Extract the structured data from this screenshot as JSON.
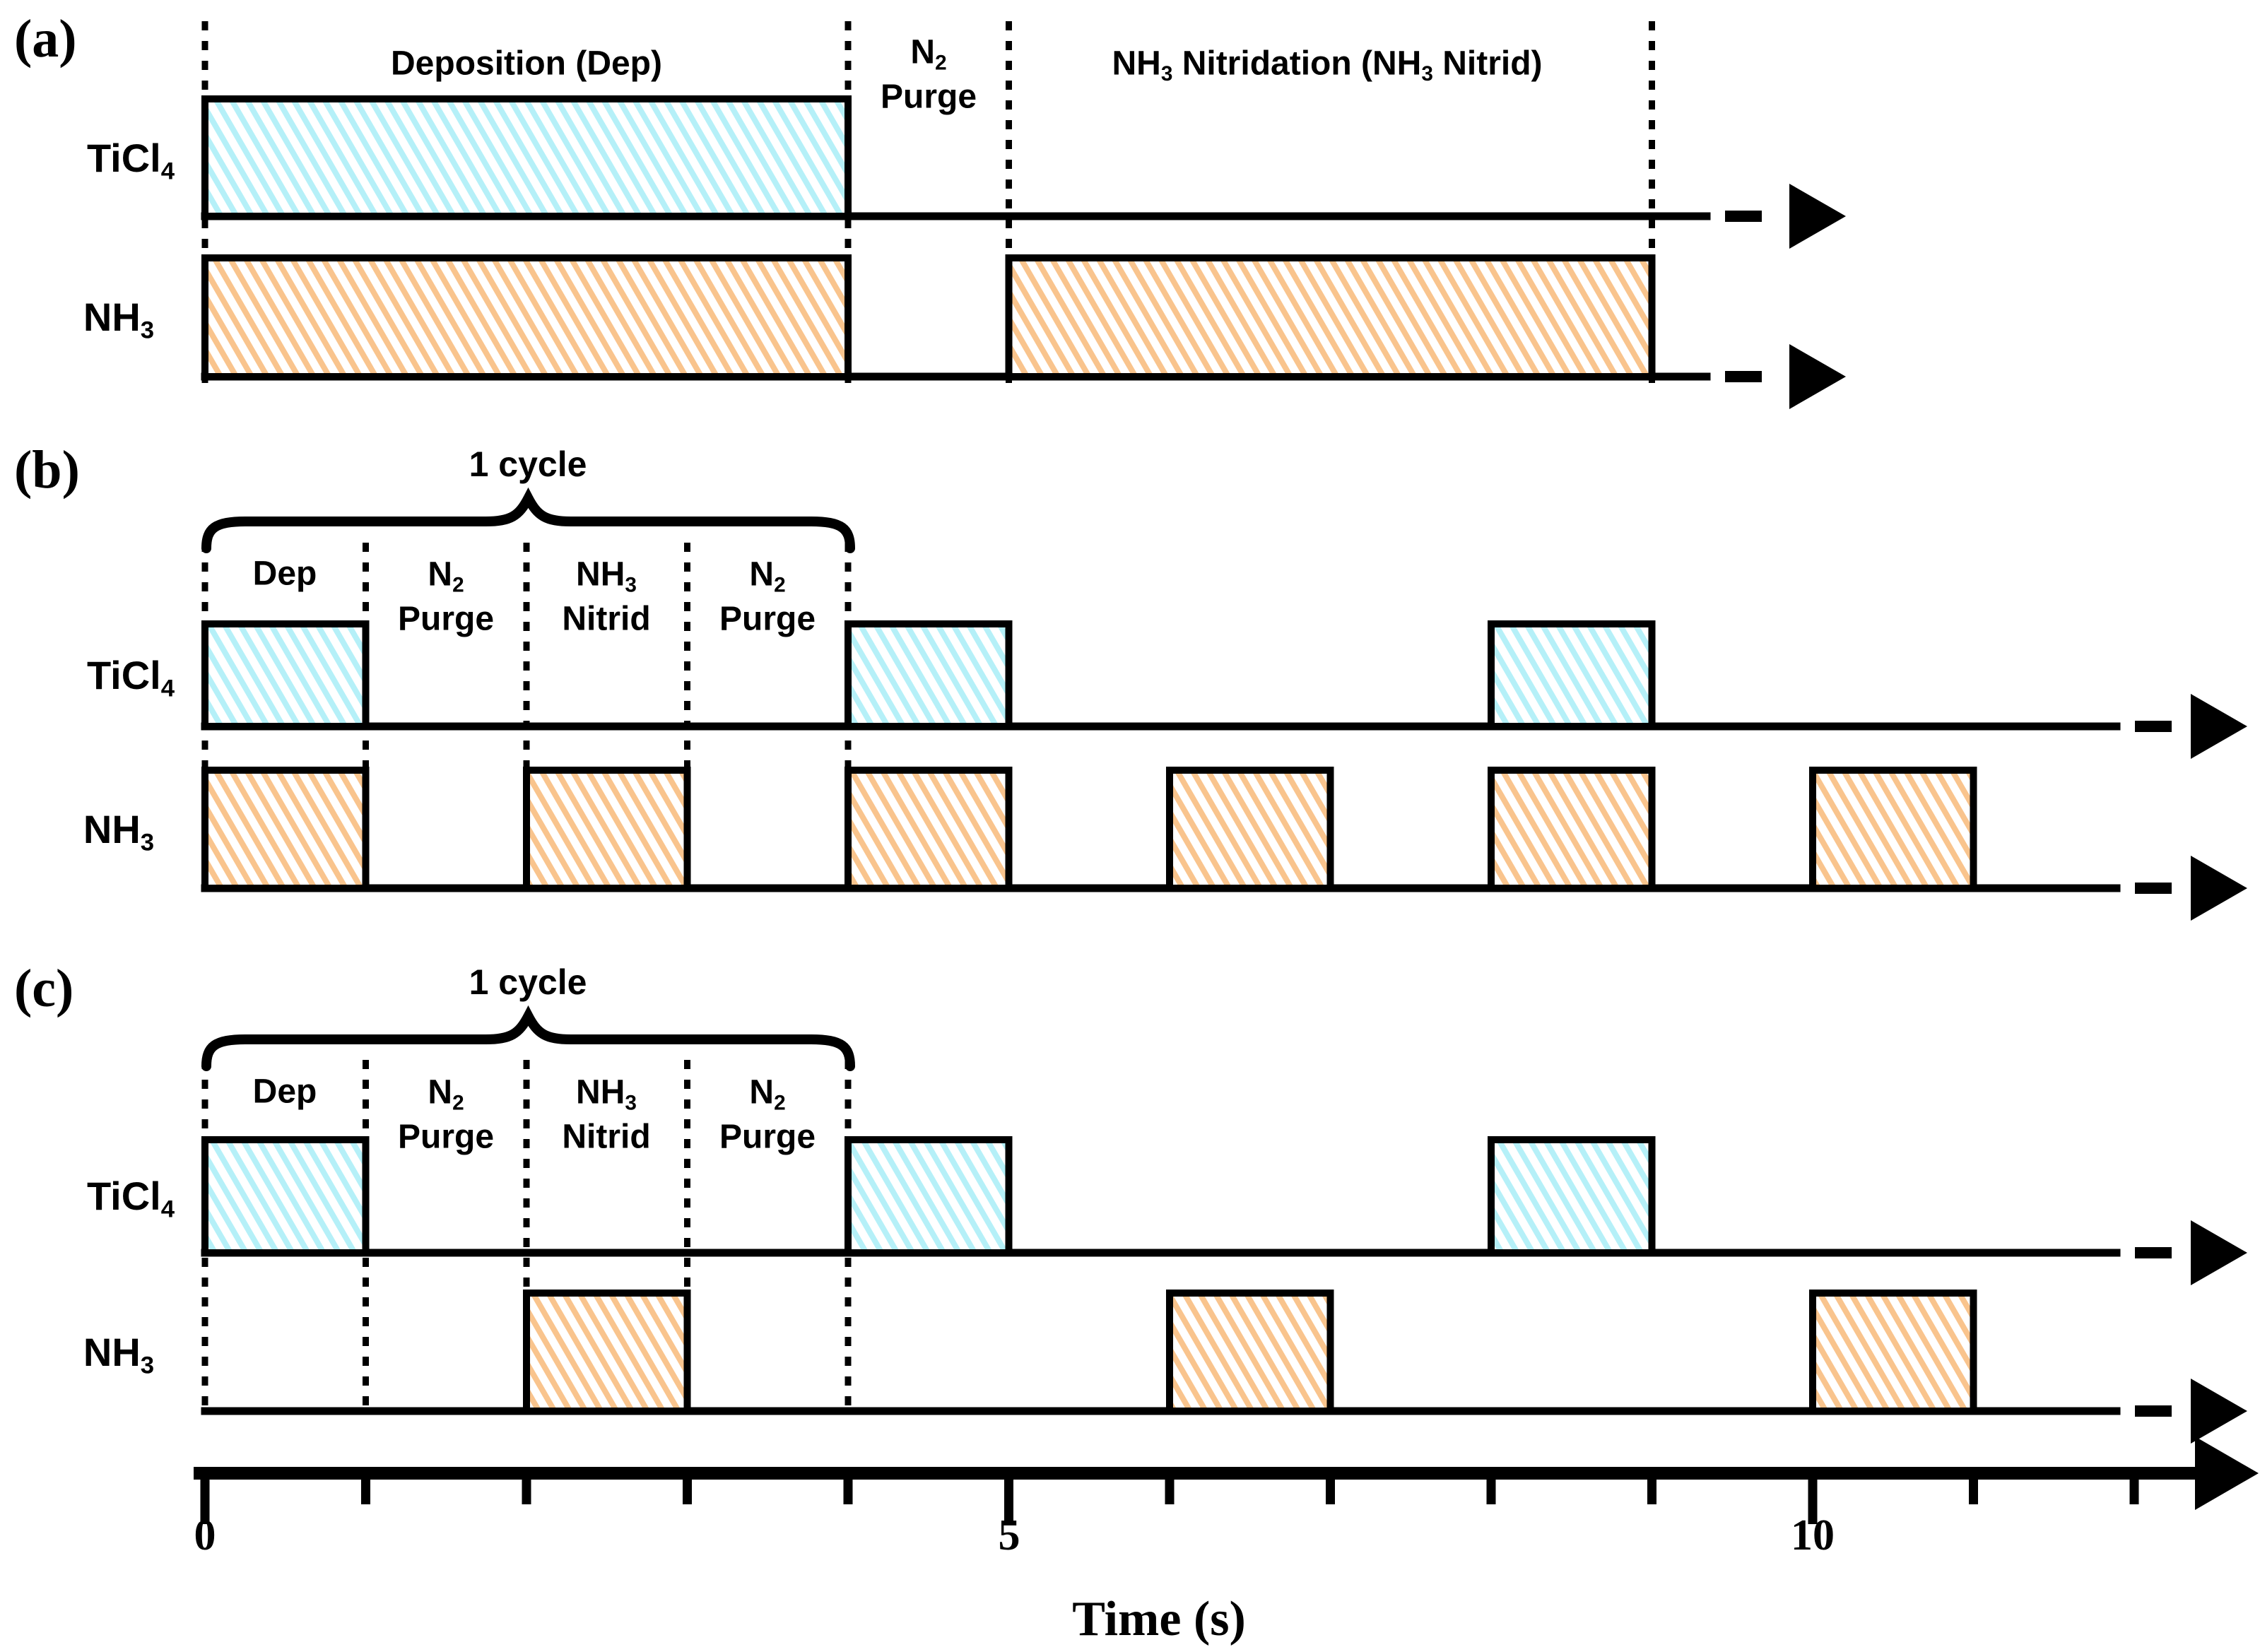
{
  "figure": {
    "background": "#ffffff",
    "panel_letters": [
      "(a)",
      "(b)",
      "(c)"
    ]
  },
  "chart_data": {
    "type": "line",
    "subtype": "digital-timing-diagram",
    "title": "",
    "xlabel": "Time (s)",
    "ylabel": "",
    "xlim": [
      0,
      12.8
    ],
    "x_unit": "s",
    "x_ticks": [
      0,
      1,
      2,
      3,
      4,
      5,
      6,
      7,
      8,
      9,
      10,
      11,
      12
    ],
    "x_major_ticks": [
      0,
      5,
      10
    ],
    "x_tick_labels": [
      "0",
      "5",
      "10"
    ],
    "grid": false,
    "colors": {
      "ticl4_hatch": "#b5f0f8",
      "nh3_hatch": "#f9c48d",
      "line": "#000000"
    },
    "panels": [
      {
        "id": "a",
        "letter": "(a)",
        "phases": [
          {
            "label": "Deposition (Dep)",
            "start": 0,
            "end": 4,
            "label_rich": [
              {
                "text": "Deposition (Dep)"
              }
            ]
          },
          {
            "label": "N2 Purge",
            "start": 4,
            "end": 5,
            "label_rich": [
              {
                "text": "N"
              },
              {
                "sub": "2"
              },
              {
                "br": true
              },
              {
                "text": "Purge"
              }
            ]
          },
          {
            "label": "NH3 Nitridation (NH3 Nitrid)",
            "start": 5,
            "end": 9,
            "label_rich": [
              {
                "text": "NH"
              },
              {
                "sub": "3"
              },
              {
                "text": " Nitridation (NH"
              },
              {
                "sub": "3"
              },
              {
                "text": " Nitrid)"
              }
            ]
          }
        ],
        "series": [
          {
            "name": "TiCl4",
            "name_rich": [
              {
                "text": "TiCl"
              },
              {
                "sub": "4"
              }
            ],
            "color": "#b5f0f8",
            "pattern": "hatch-cyan",
            "pulses": [
              [
                0,
                4
              ]
            ],
            "continues_with_dashed_arrow": true
          },
          {
            "name": "NH3",
            "name_rich": [
              {
                "text": "NH"
              },
              {
                "sub": "3"
              }
            ],
            "color": "#f9c48d",
            "pattern": "hatch-orange",
            "pulses": [
              [
                0,
                4
              ],
              [
                5,
                9
              ]
            ],
            "continues_with_dashed_arrow": true
          }
        ]
      },
      {
        "id": "b",
        "letter": "(b)",
        "cycle_label": "1 cycle",
        "cycle_span": [
          0,
          4
        ],
        "phases": [
          {
            "label": "Dep",
            "start": 0,
            "end": 1,
            "label_rich": [
              {
                "text": "Dep"
              }
            ]
          },
          {
            "label": "N2 Purge",
            "start": 1,
            "end": 2,
            "label_rich": [
              {
                "text": "N"
              },
              {
                "sub": "2"
              },
              {
                "br": true
              },
              {
                "text": "Purge"
              }
            ]
          },
          {
            "label": "NH3 Nitrid",
            "start": 2,
            "end": 3,
            "label_rich": [
              {
                "text": "NH"
              },
              {
                "sub": "3"
              },
              {
                "br": true
              },
              {
                "text": "Nitrid"
              }
            ]
          },
          {
            "label": "N2 Purge",
            "start": 3,
            "end": 4,
            "label_rich": [
              {
                "text": "N"
              },
              {
                "sub": "2"
              },
              {
                "br": true
              },
              {
                "text": "Purge"
              }
            ]
          }
        ],
        "series": [
          {
            "name": "TiCl4",
            "name_rich": [
              {
                "text": "TiCl"
              },
              {
                "sub": "4"
              }
            ],
            "color": "#b5f0f8",
            "pattern": "hatch-cyan",
            "pulses": [
              [
                0,
                1
              ],
              [
                4,
                5
              ],
              [
                8,
                9
              ]
            ],
            "continues_with_dashed_arrow": true
          },
          {
            "name": "NH3",
            "name_rich": [
              {
                "text": "NH"
              },
              {
                "sub": "3"
              }
            ],
            "color": "#f9c48d",
            "pattern": "hatch-orange",
            "pulses": [
              [
                0,
                1
              ],
              [
                2,
                3
              ],
              [
                4,
                5
              ],
              [
                6,
                7
              ],
              [
                8,
                9
              ],
              [
                10,
                11
              ]
            ],
            "continues_with_dashed_arrow": true
          }
        ]
      },
      {
        "id": "c",
        "letter": "(c)",
        "cycle_label": "1 cycle",
        "cycle_span": [
          0,
          4
        ],
        "phases": [
          {
            "label": "Dep",
            "start": 0,
            "end": 1,
            "label_rich": [
              {
                "text": "Dep"
              }
            ]
          },
          {
            "label": "N2 Purge",
            "start": 1,
            "end": 2,
            "label_rich": [
              {
                "text": "N"
              },
              {
                "sub": "2"
              },
              {
                "br": true
              },
              {
                "text": "Purge"
              }
            ]
          },
          {
            "label": "NH3 Nitrid",
            "start": 2,
            "end": 3,
            "label_rich": [
              {
                "text": "NH"
              },
              {
                "sub": "3"
              },
              {
                "br": true
              },
              {
                "text": "Nitrid"
              }
            ]
          },
          {
            "label": "N2 Purge",
            "start": 3,
            "end": 4,
            "label_rich": [
              {
                "text": "N"
              },
              {
                "sub": "2"
              },
              {
                "br": true
              },
              {
                "text": "Purge"
              }
            ]
          }
        ],
        "series": [
          {
            "name": "TiCl4",
            "name_rich": [
              {
                "text": "TiCl"
              },
              {
                "sub": "4"
              }
            ],
            "color": "#b5f0f8",
            "pattern": "hatch-cyan",
            "pulses": [
              [
                0,
                1
              ],
              [
                4,
                5
              ],
              [
                8,
                9
              ]
            ],
            "continues_with_dashed_arrow": true
          },
          {
            "name": "NH3",
            "name_rich": [
              {
                "text": "NH"
              },
              {
                "sub": "3"
              }
            ],
            "color": "#f9c48d",
            "pattern": "hatch-orange",
            "pulses": [
              [
                2,
                3
              ],
              [
                6,
                7
              ],
              [
                10,
                11
              ]
            ],
            "continues_with_dashed_arrow": true
          }
        ]
      }
    ]
  }
}
